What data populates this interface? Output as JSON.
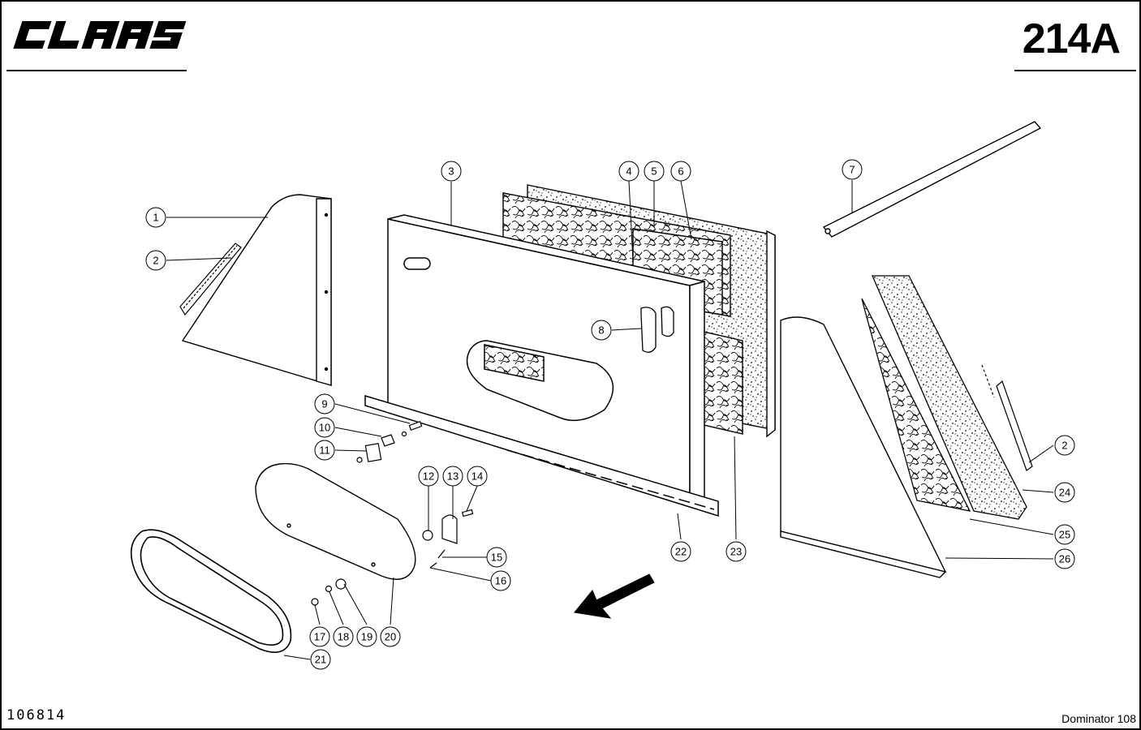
{
  "header": {
    "brand_logo": "CLAAS",
    "page_number": "214A"
  },
  "footer": {
    "drawing_number": "106814",
    "model": "Dominator 108"
  },
  "callouts": [
    "1",
    "2",
    "3",
    "4",
    "5",
    "6",
    "7",
    "8",
    "9",
    "10",
    "11",
    "12",
    "13",
    "14",
    "15",
    "16",
    "17",
    "18",
    "19",
    "20",
    "21",
    "22",
    "23",
    "24",
    "25",
    "26",
    "2"
  ]
}
